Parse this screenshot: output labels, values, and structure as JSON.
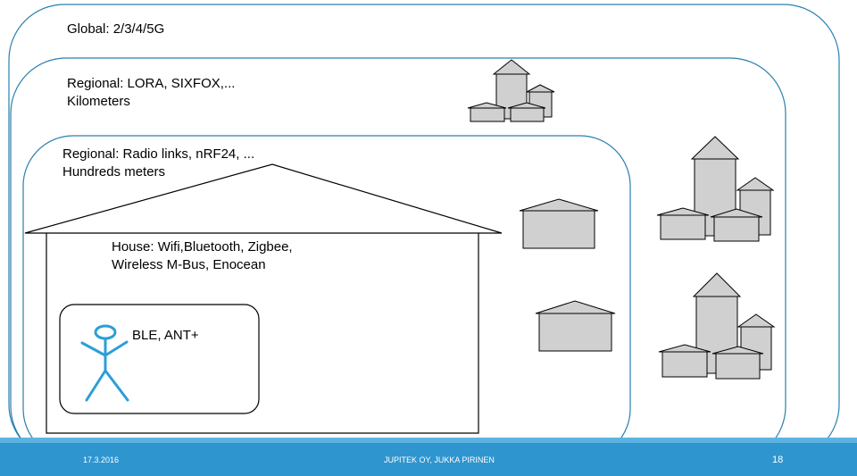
{
  "zones": {
    "global": {
      "line1": "Global: 2/3/4/5G"
    },
    "regional_lora": {
      "line1": "Regional: LORA, SIXFOX,...",
      "line2": "Kilometers"
    },
    "regional_radio": {
      "line1": "Regional: Radio links, nRF24, ...",
      "line2": "Hundreds meters"
    },
    "house": {
      "line1": "House: Wifi,Bluetooth, Zigbee,",
      "line2": "Wireless M-Bus, Enocean"
    },
    "personal": {
      "line1": "BLE, ANT+"
    }
  },
  "footer": {
    "date": "17.3.2016",
    "author": "JUPITEK OY, JUKKA PIRINEN",
    "page": "18"
  },
  "colors": {
    "zone_border": "#2a7fae",
    "person": "#2b9fd6",
    "building_fill": "#d0d0d0",
    "footer": "#2e95cf"
  },
  "icons": [
    "person-icon",
    "house-outline-icon",
    "building-icon"
  ]
}
